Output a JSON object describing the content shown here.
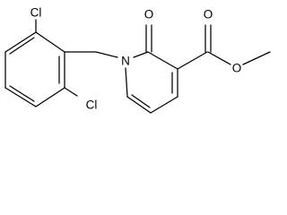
{
  "atoms": {
    "chlorine_top": "Cl",
    "chlorine_bottom": "Cl",
    "ring_nitrogen": "N",
    "carbonyl_oxygen": "O",
    "ester_carbonyl_oxygen": "O",
    "ester_ether_oxygen": "O"
  }
}
